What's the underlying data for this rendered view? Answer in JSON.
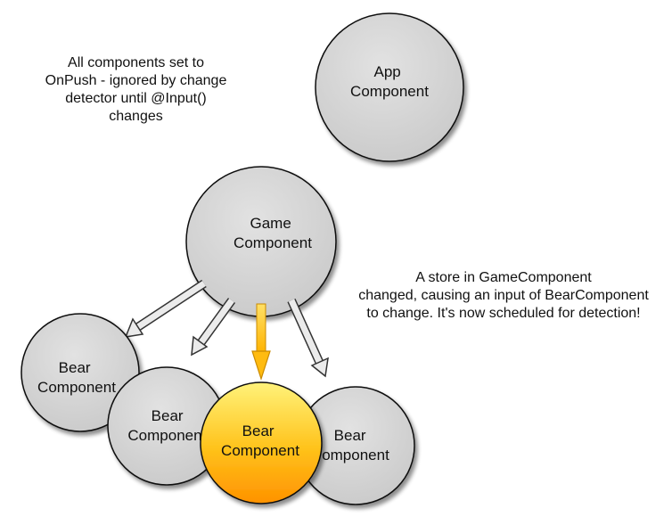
{
  "notes": {
    "left": {
      "lines": [
        "All components set to",
        "OnPush - ignored by change",
        "detector until @Input()",
        "changes"
      ]
    },
    "right": {
      "lines": [
        "A store in GameComponent",
        "changed, causing an input of BearComponent",
        "to change. It's now scheduled for detection!"
      ]
    }
  },
  "nodes": {
    "app": {
      "lines": [
        "App",
        "Component"
      ]
    },
    "game": {
      "lines": [
        "Game",
        "Component"
      ]
    },
    "bear1": {
      "lines": [
        "Bear",
        "Component"
      ]
    },
    "bear2": {
      "lines": [
        "Bear",
        "Componen"
      ]
    },
    "bear3": {
      "lines": [
        "Bear",
        "Component"
      ],
      "highlighted": true
    },
    "bear4": {
      "lines": [
        "Bear",
        "omponent"
      ]
    }
  },
  "colors": {
    "node_fill": "#d4d4d4",
    "node_stroke": "#111111",
    "highlight_top": "#fff27a",
    "highlight_bottom": "#ff9a00",
    "arrow_normal": "#e8e8e8",
    "arrow_highlight": "#ffcc33"
  }
}
